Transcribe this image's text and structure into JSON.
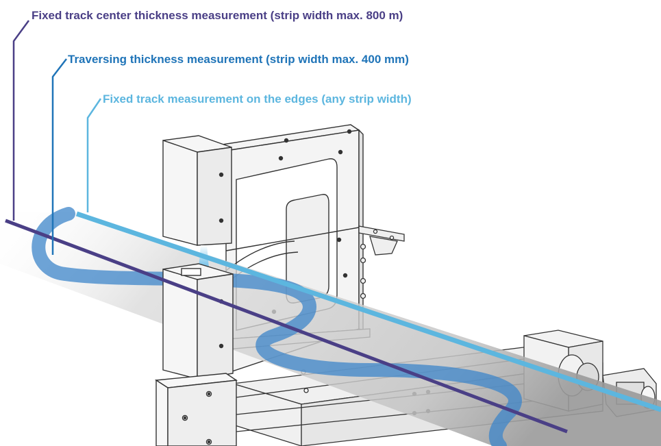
{
  "labels": {
    "center": "Fixed track center thickness measurement (strip width max. 800 m)",
    "traversing": "Traversing thickness measurement (strip width max. 400 mm)",
    "edges": "Fixed track measurement on the edges (any strip width)"
  },
  "colors": {
    "center": "#4a3f86",
    "traversing": "#1f74b8",
    "edges": "#5cb6df",
    "machine_fill": "#f3f3f3",
    "machine_stroke": "#333333",
    "strip": "#cfcfcf",
    "wave": "#3d86c9"
  }
}
